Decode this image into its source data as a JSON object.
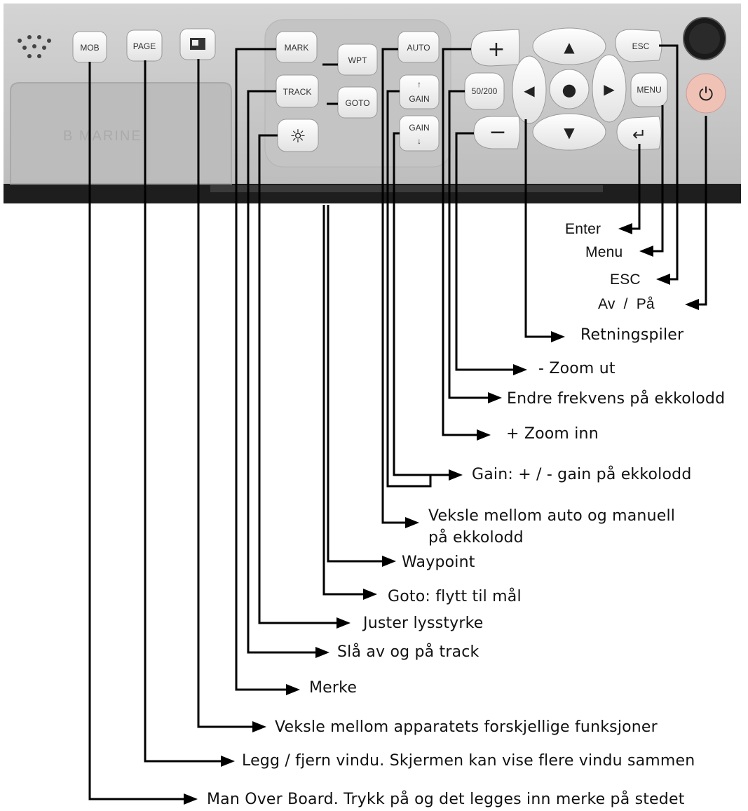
{
  "panel": {
    "brand_text": "B MARINE",
    "buttons": {
      "mob": "MOB",
      "page": "PAGE",
      "mark": "MARK",
      "wpt": "WPT",
      "track": "TRACK",
      "goto": "GOTO",
      "auto": "AUTO",
      "gain_up": "GAIN",
      "gain_down": "GAIN",
      "plus": "+",
      "minus": "−",
      "freq": "50/200",
      "esc": "ESC",
      "menu": "MENU",
      "arrow_up": "▲",
      "arrow_down": "▼",
      "arrow_left": "◀",
      "arrow_right": "▶",
      "center": "●",
      "up_arrow_small": "↑",
      "down_arrow_small": "↓",
      "enter_icon": "↵",
      "brightness_icon": "☼",
      "power_icon": "⏻"
    },
    "colors": {
      "panel": "#c9c9c9",
      "button": "#f3f3f3",
      "power_button": "#f0c2b5",
      "dark_strip": "#1e1e1e"
    }
  },
  "callouts": {
    "enter": "Enter",
    "menu": "Menu",
    "esc": "ESC",
    "power": "Av  /  På",
    "arrows": "Retningspiler",
    "zoom_out": "- Zoom ut",
    "freq": "Endre frekvens på ekkolodd",
    "zoom_in": "+ Zoom inn",
    "gain": "Gain: + / - gain på ekkolodd",
    "auto_line1": "Veksle mellom auto og manuell",
    "auto_line2": "på ekkolodd",
    "waypoint": "Waypoint",
    "goto": "Goto: flytt til mål",
    "brightness": "Juster lysstyrke",
    "track": "Slå av og på track",
    "mark": "Merke",
    "page_key": "Veksle mellom apparatets forskjellige funksjoner",
    "window": "Legg / fjern vindu. Skjermen kan vise flere vindu sammen",
    "mob": "Man Over Board. Trykk på og det legges inn merke på stedet"
  }
}
